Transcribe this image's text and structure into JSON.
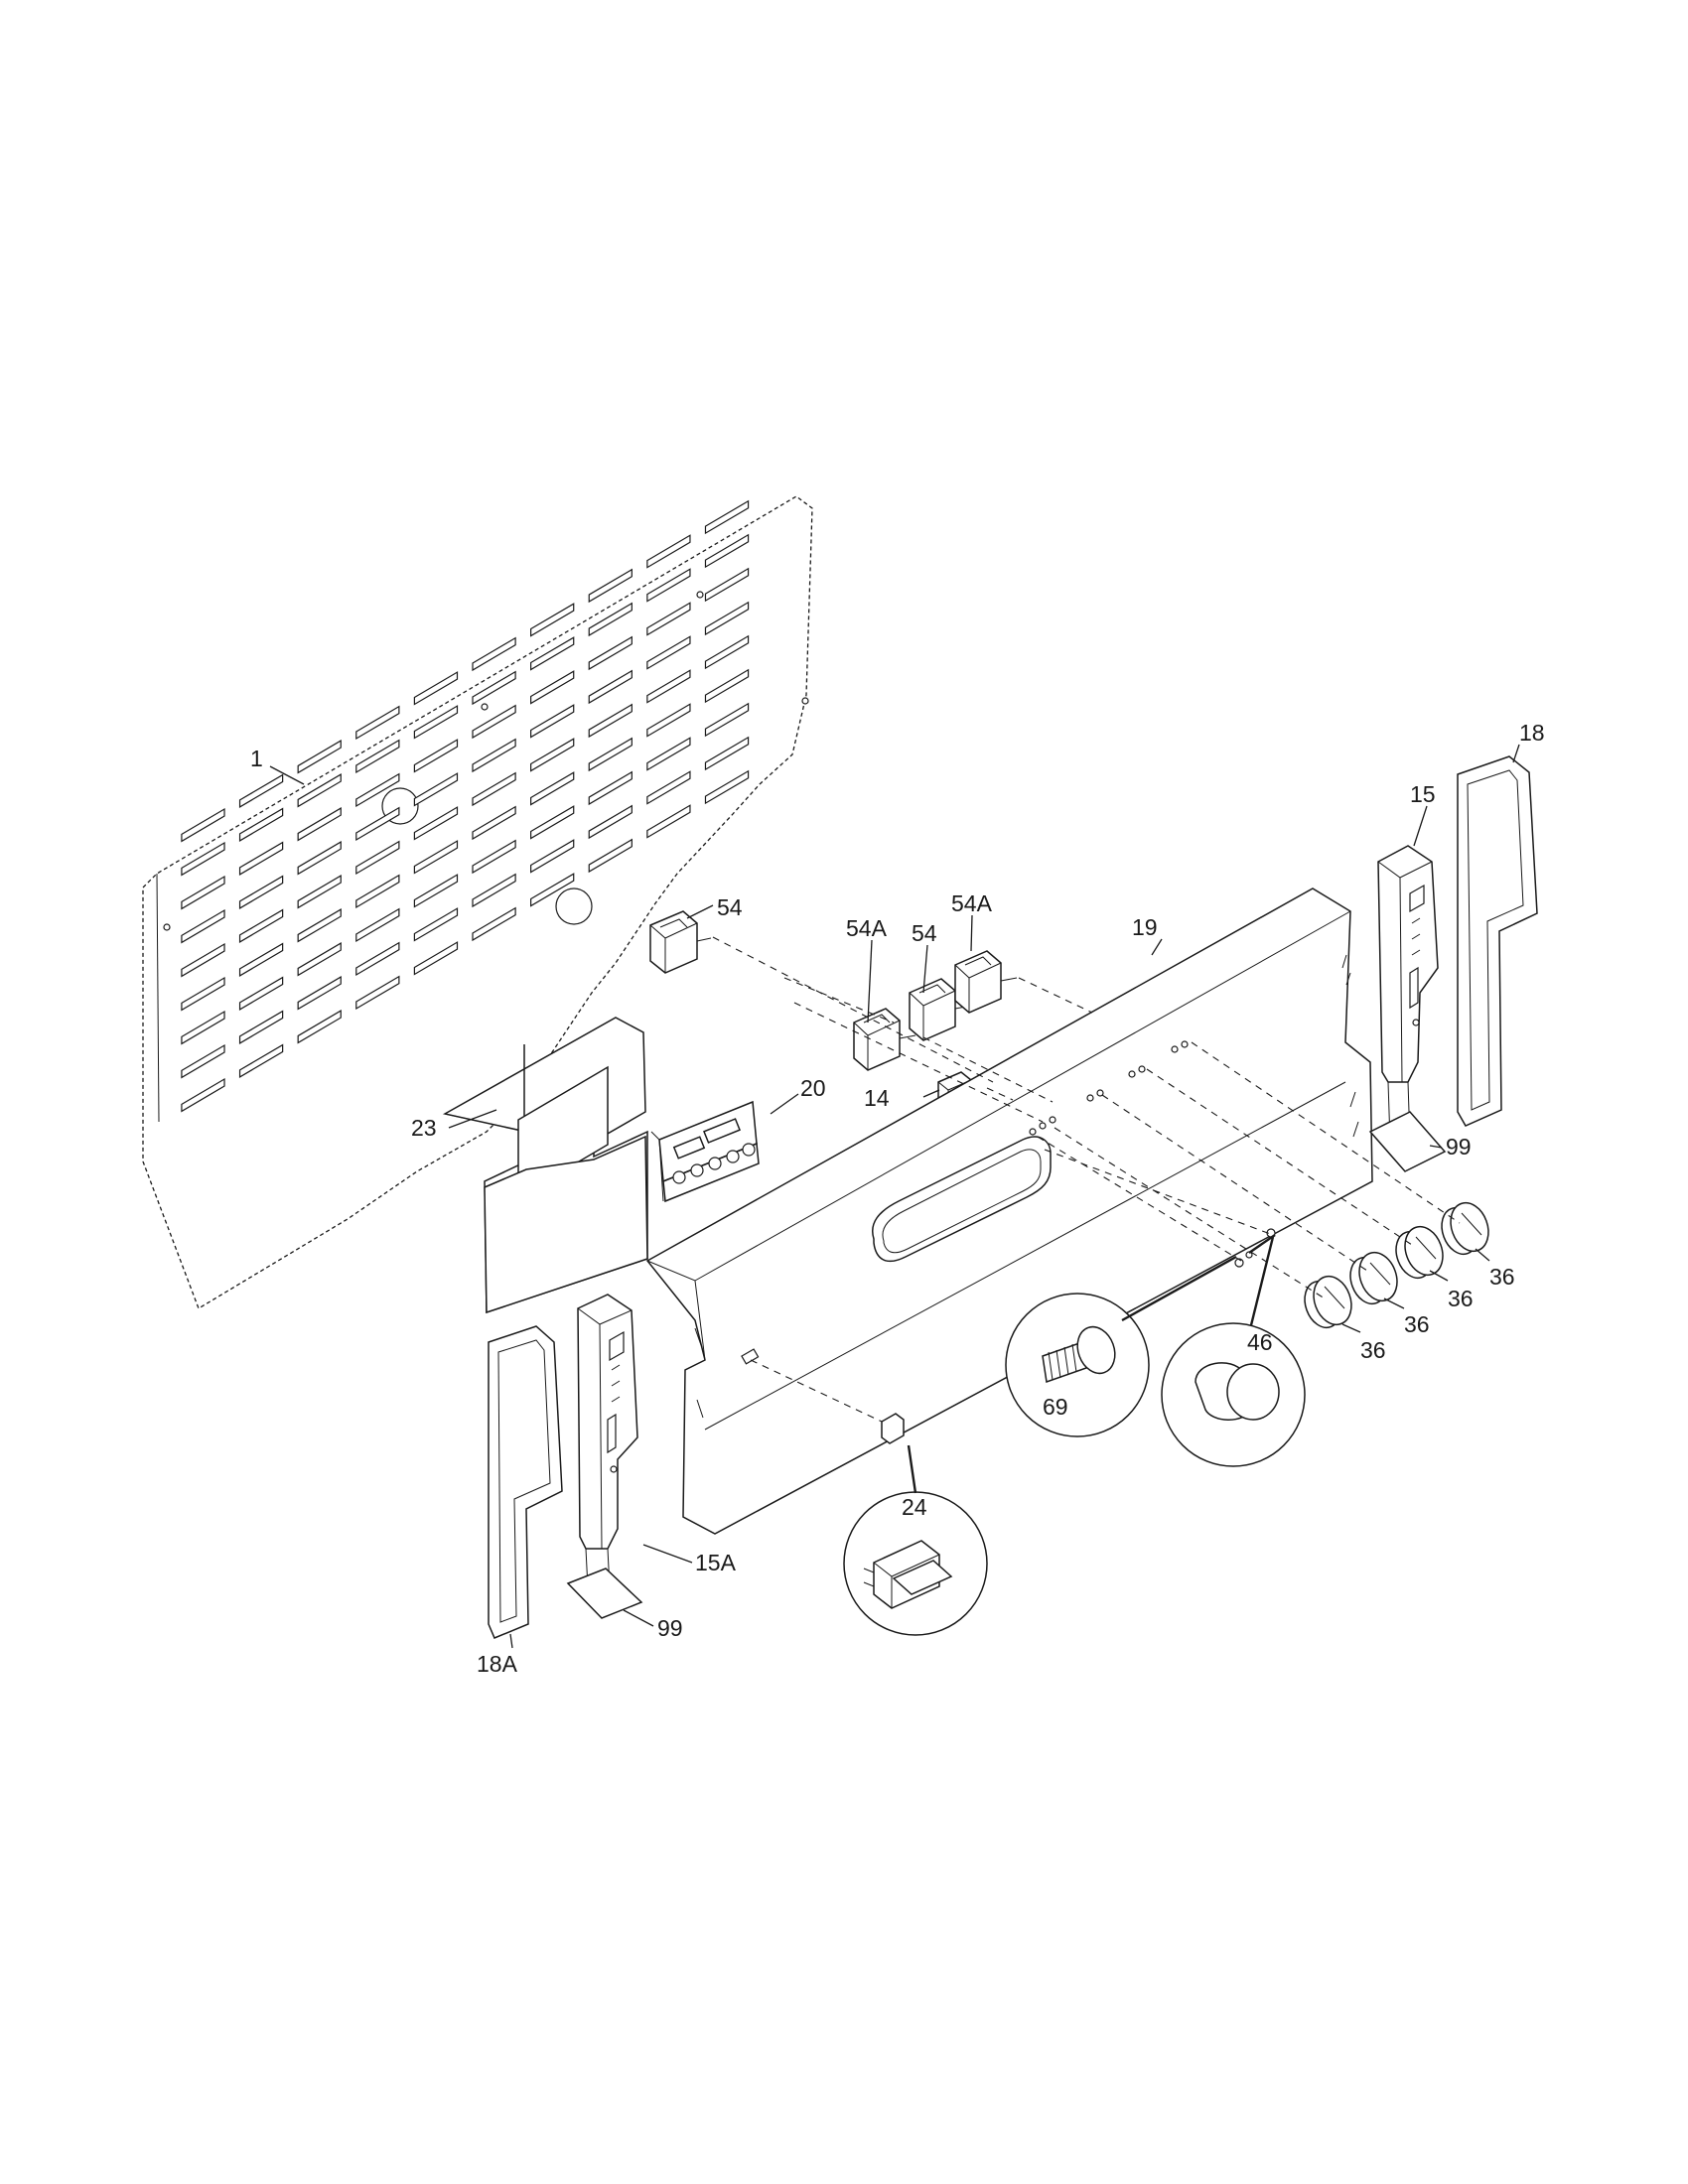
{
  "callouts": {
    "c1": "1",
    "c14": "14",
    "c15": "15",
    "c15a": "15A",
    "c18": "18",
    "c18a": "18A",
    "c19": "19",
    "c20": "20",
    "c23": "23",
    "c24": "24",
    "c36": "36",
    "c46": "46",
    "c54": "54",
    "c54a": "54A",
    "c69": "69",
    "c99": "99"
  }
}
